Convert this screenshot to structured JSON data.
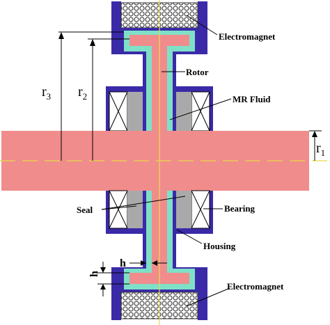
{
  "labels": {
    "electromagnet_top": "Electromagnet",
    "rotor": "Rotor",
    "mr_fluid": "MR Fluid",
    "seal": "Seal",
    "bearing": "Bearing",
    "housing": "Housing",
    "electromagnet_bottom": "Electromagnet",
    "h_gap": "h",
    "h_thickness": "h"
  },
  "dimensions": {
    "r3": {
      "letter": "r",
      "sub": "3"
    },
    "r2": {
      "letter": "r",
      "sub": "2"
    },
    "r1": {
      "letter": "r",
      "sub": "1"
    }
  },
  "colors": {
    "housing": "#2e1e9e",
    "housing_fill": "#3a2aa8",
    "mr_fluid": "#7fe0c8",
    "shaft": "#f08c8c",
    "bearing_gray": "#a9a9a9",
    "axis_line": "#e8d84a",
    "coil": "#6a6a6a"
  }
}
